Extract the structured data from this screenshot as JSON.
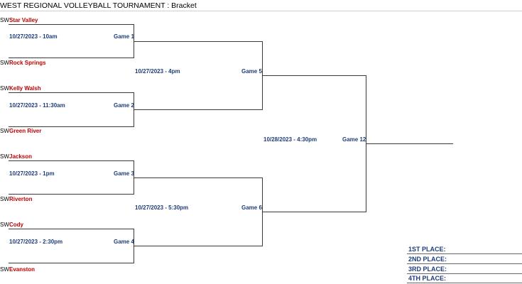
{
  "title": "WEST REGIONAL VOLLEYBALL TOURNAMENT : Bracket",
  "seed_prefix": "SW",
  "teams": [
    "Star Valley",
    "Rock Springs",
    "Kelly Walsh",
    "Green River",
    "Jackson",
    "Riverton",
    "Cody",
    "Evanston"
  ],
  "games": [
    {
      "time": "10/27/2023 - 10am",
      "label": "Game 1"
    },
    {
      "time": "10/27/2023 - 11:30am",
      "label": "Game 2"
    },
    {
      "time": "10/27/2023 - 1pm",
      "label": "Game 3"
    },
    {
      "time": "10/27/2023 - 2:30pm",
      "label": "Game 4"
    },
    {
      "time": "10/27/2023 - 4pm",
      "label": "Game 5"
    },
    {
      "time": "10/27/2023 - 5:30pm",
      "label": "Game 6"
    },
    {
      "time": "10/28/2023 - 4:30pm",
      "label": "Game 12"
    }
  ],
  "places": [
    "1ST PLACE:",
    "2ND PLACE:",
    "3RD PLACE:",
    "4TH PLACE:"
  ],
  "colors": {
    "team": "#c00000",
    "info": "#1f3d7a",
    "line": "#3a3a3a"
  }
}
